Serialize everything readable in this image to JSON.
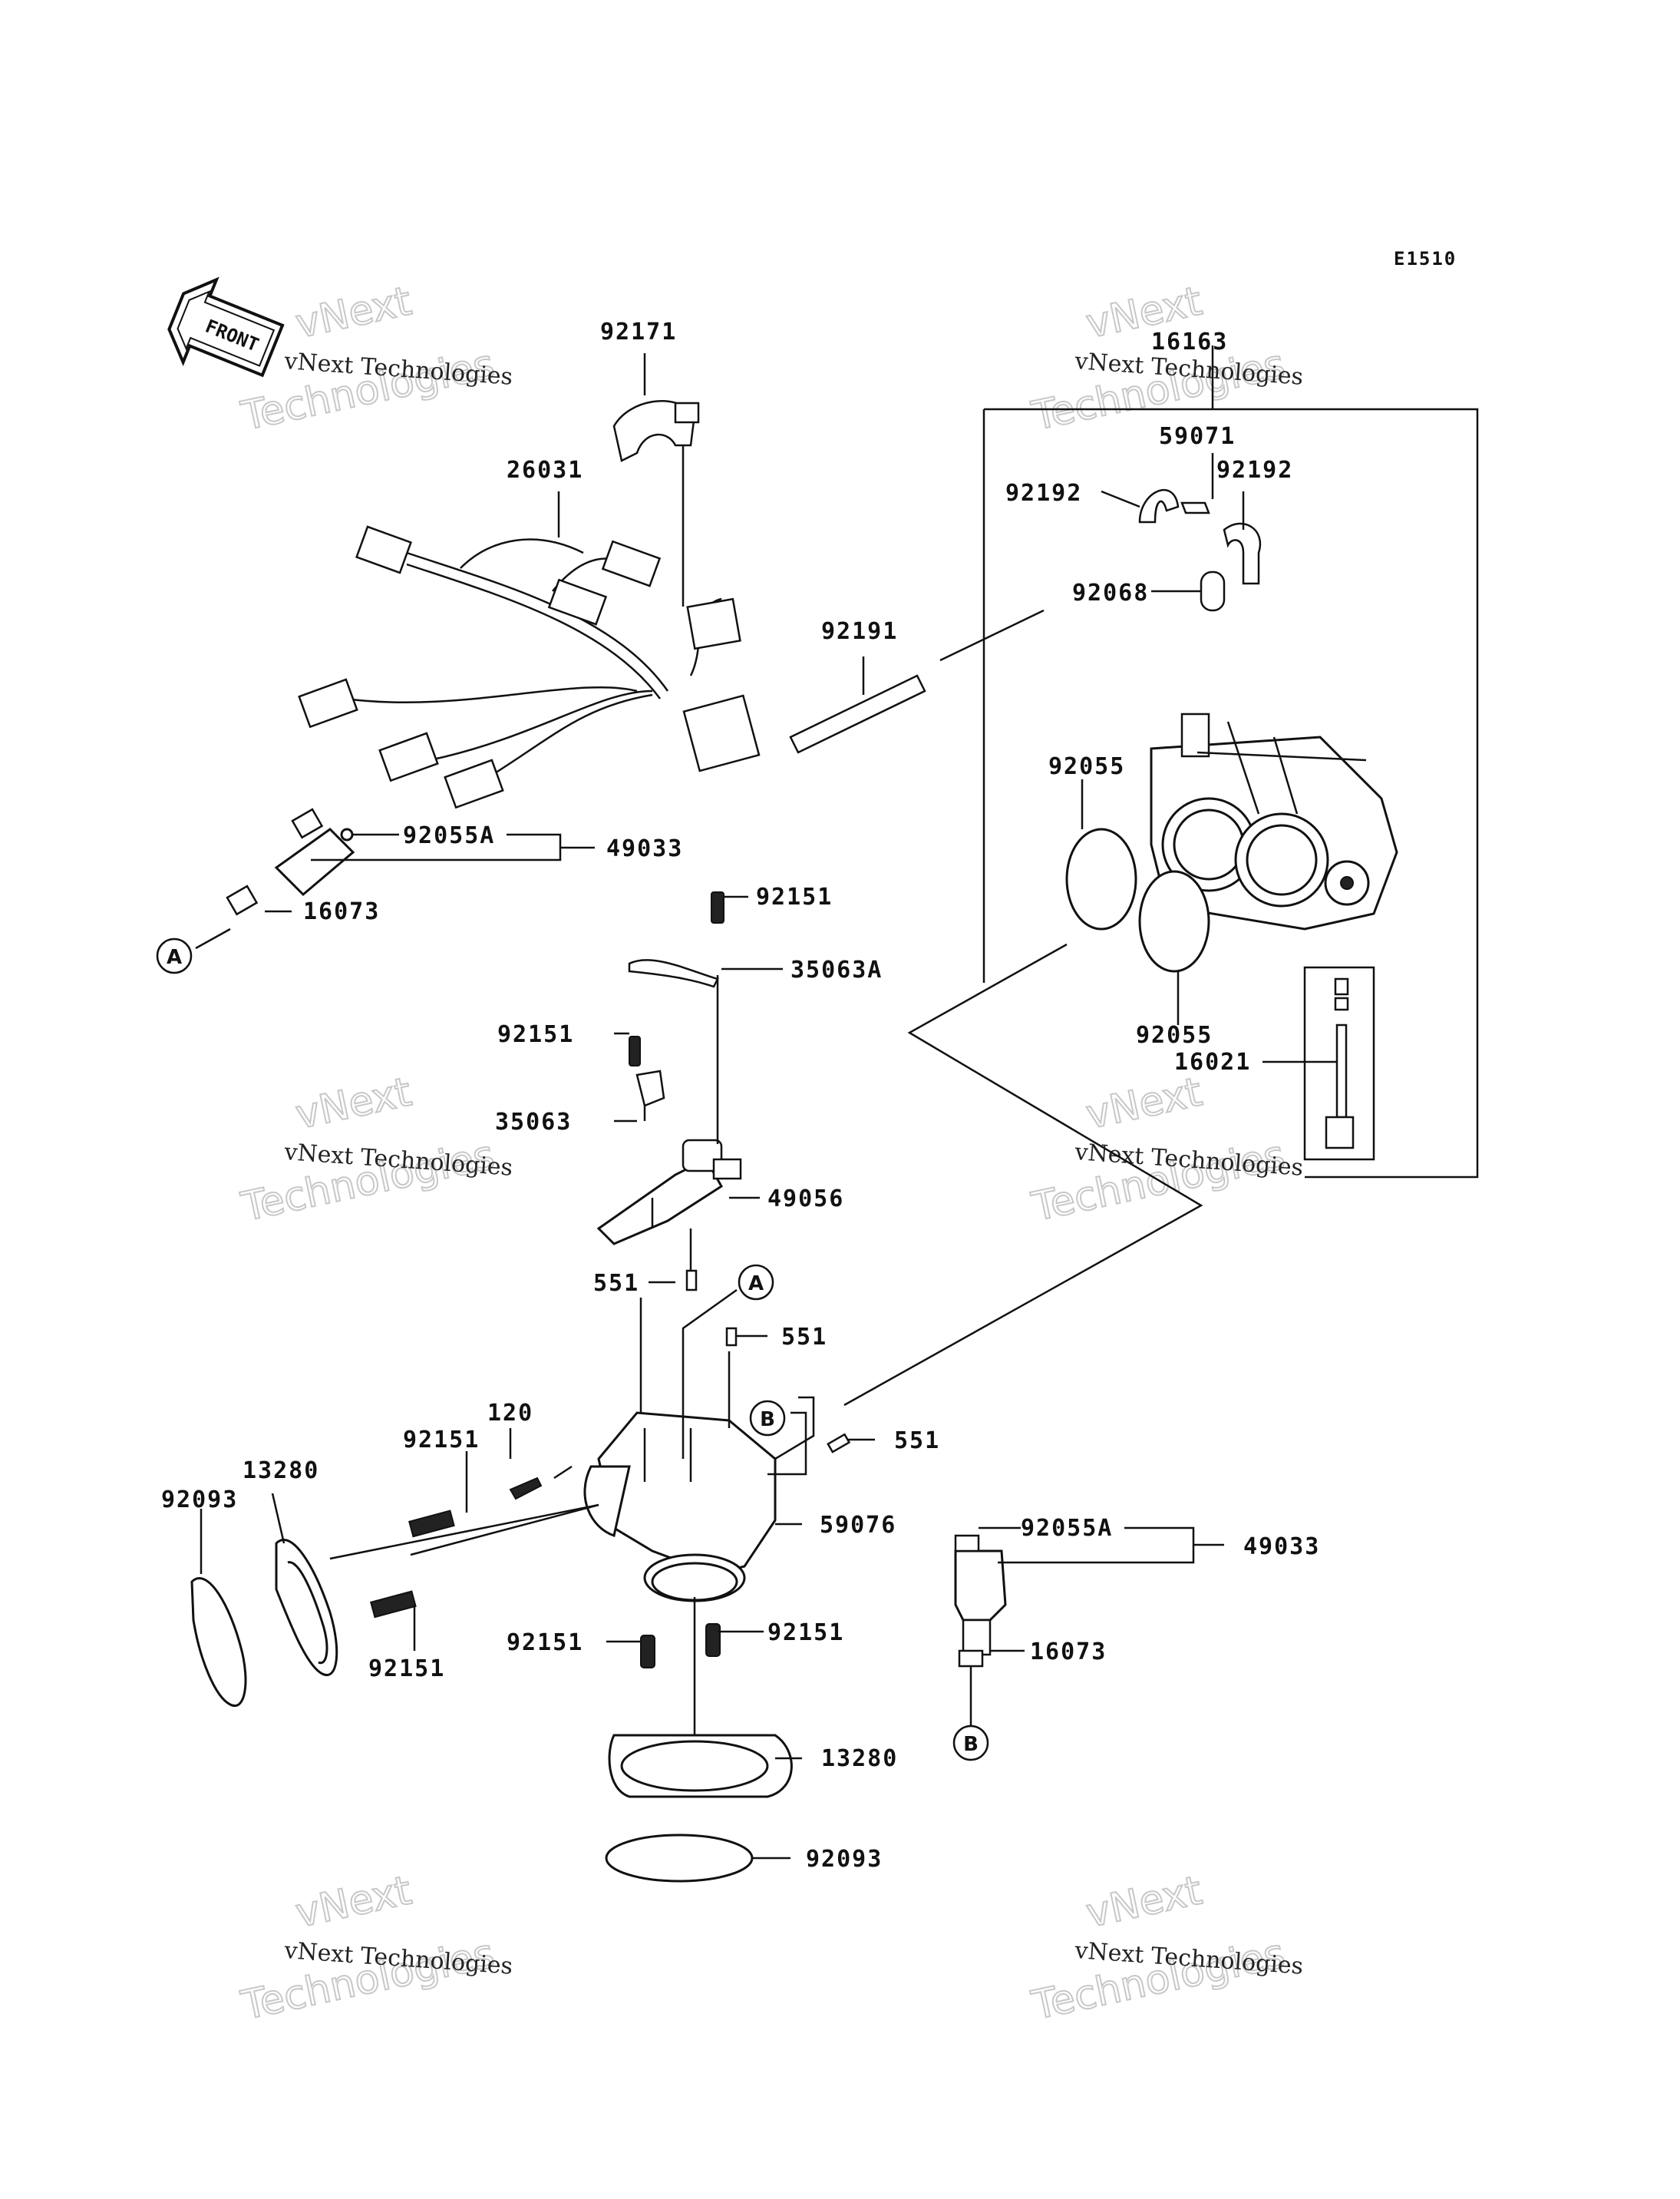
{
  "diagram_code": "E1510",
  "front_label": "FRONT",
  "watermark": {
    "line1": "vNext Technologies",
    "line2": "vNext",
    "line3": "Technologies"
  },
  "parts": {
    "p92171": "92171",
    "p16163": "16163",
    "p26031": "26031",
    "p59071": "59071",
    "p92192_left": "92192",
    "p92192_right": "92192",
    "p92068": "92068",
    "p92191": "92191",
    "p92055_top": "92055",
    "p92055A_top": "92055A",
    "p49033_top": "49033",
    "p16073_top": "16073",
    "p92151_a": "92151",
    "p35063A": "35063A",
    "p92055_bottom": "92055",
    "p16021": "16021",
    "p92151_b": "92151",
    "p35063": "35063",
    "p49056": "49056",
    "p551_a": "551",
    "p551_b": "551",
    "p551_c": "551",
    "p120": "120",
    "p92151_c": "92151",
    "p13280_left": "13280",
    "p92093_left": "92093",
    "p59076": "59076",
    "p92055A_bottom": "92055A",
    "p49033_bottom": "49033",
    "p92151_d": "92151",
    "p92151_e": "92151",
    "p92151_f": "92151",
    "p16073_bottom": "16073",
    "p13280_bottom": "13280",
    "p92093_bottom": "92093"
  },
  "refs": {
    "a_left": "A",
    "a_mid": "A",
    "b_mid": "B",
    "b_right": "B"
  }
}
